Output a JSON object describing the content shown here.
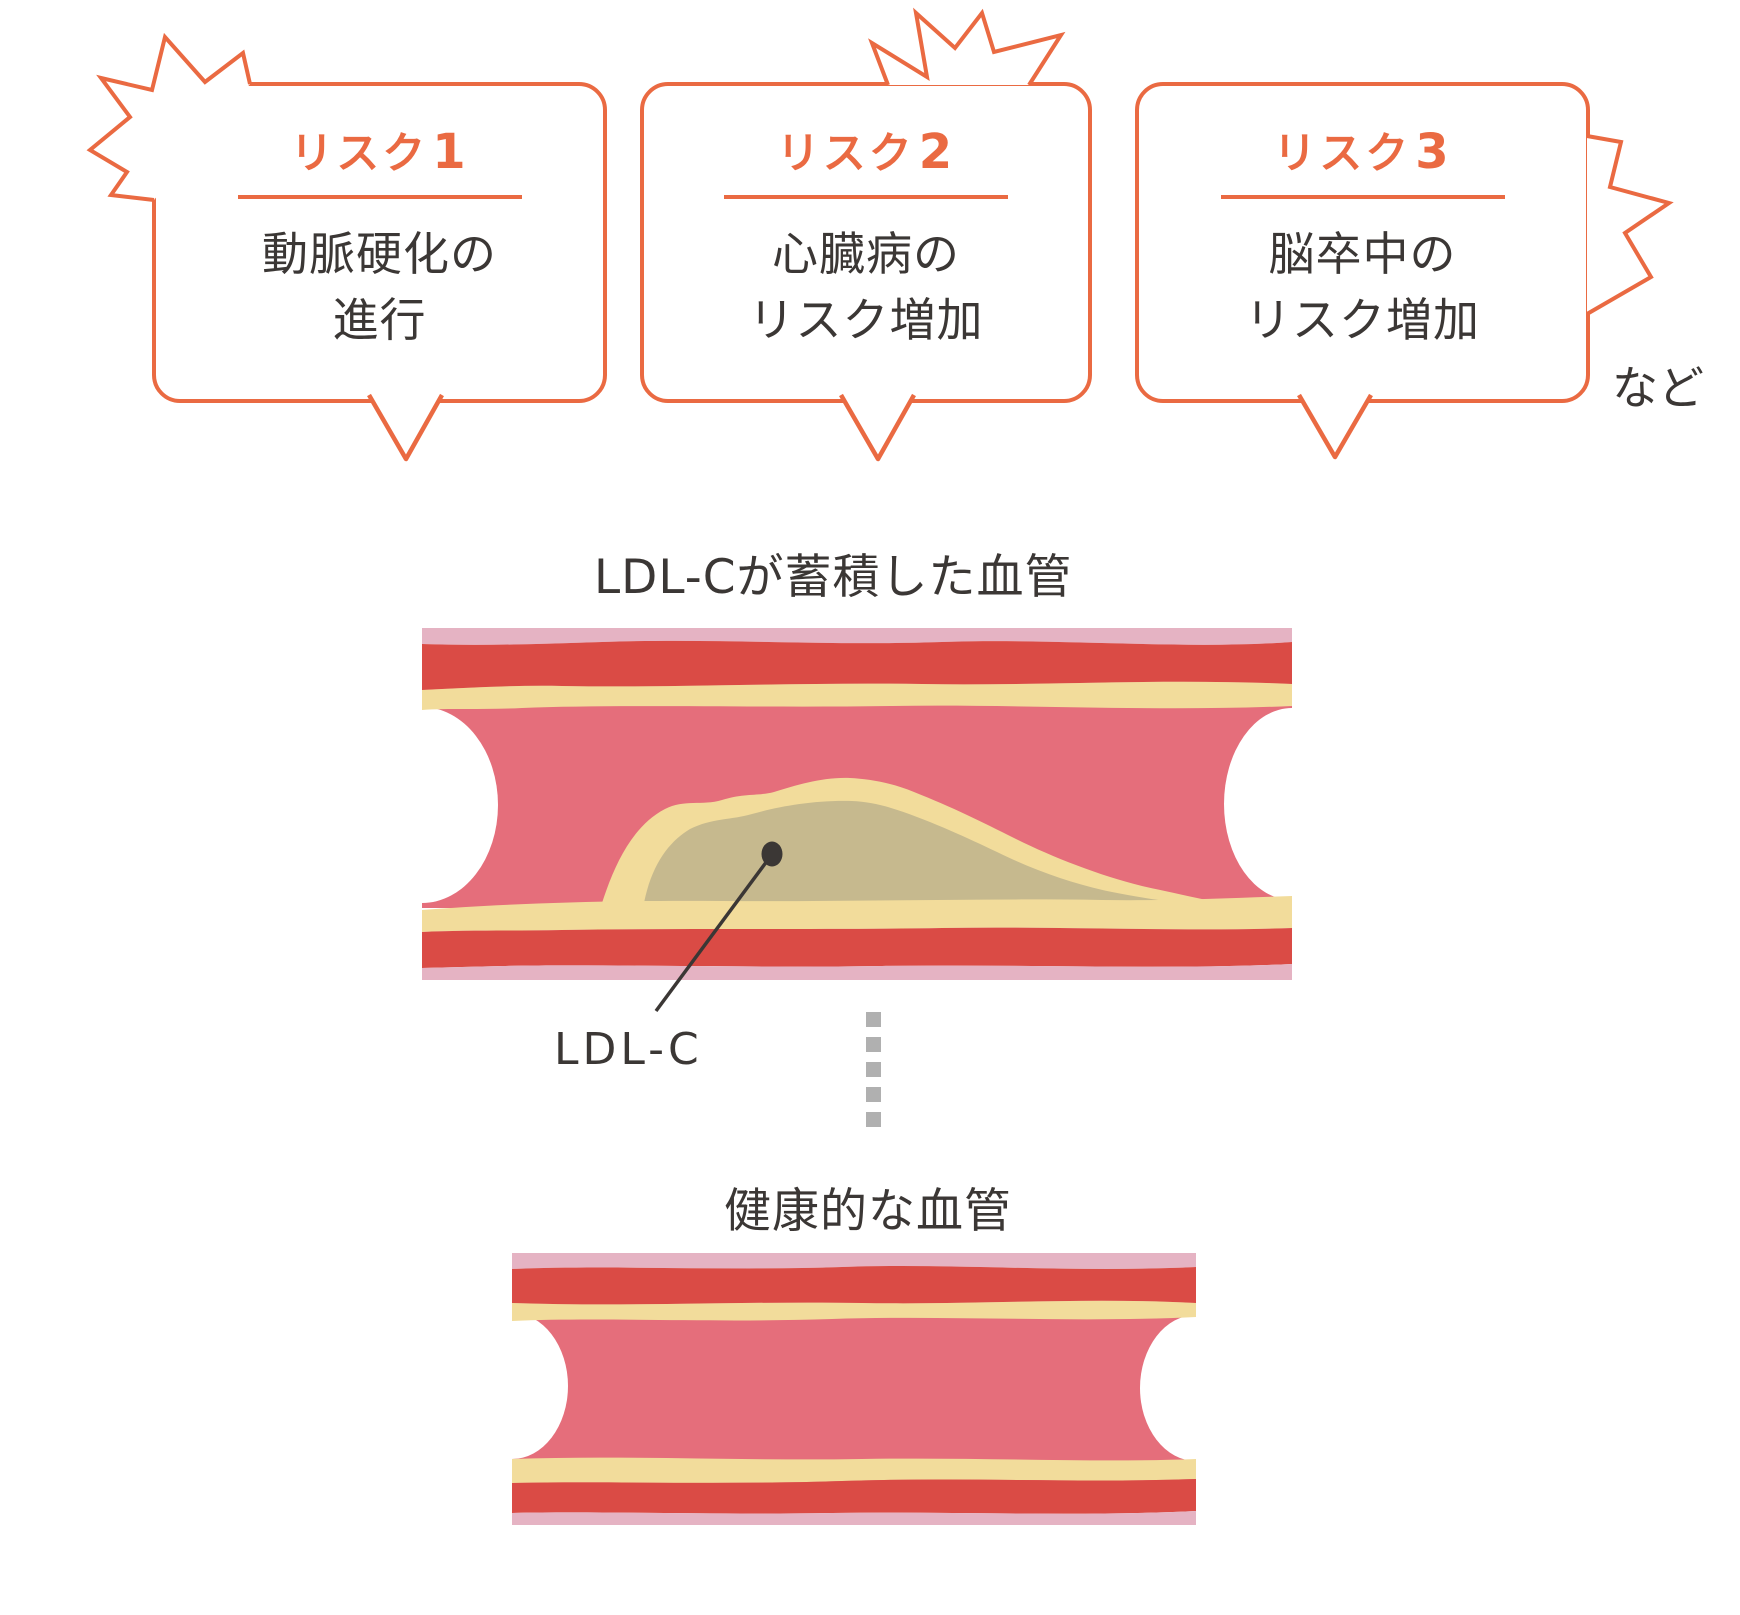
{
  "palette": {
    "accent_orange": "#EA6A42",
    "ink": "#3B3735",
    "vessel_outer_pink": "#E5B3C3",
    "vessel_red": "#DA4B45",
    "vessel_yellow": "#F2DC9B",
    "vessel_lumen_rose": "#E56E7B",
    "plaque_tan": "#C6B98E",
    "dash_gray": "#B0B0B0"
  },
  "risk_bubbles": [
    {
      "label": "リスク",
      "number": "1",
      "line1": "動脈硬化の",
      "line2": "進行"
    },
    {
      "label": "リスク",
      "number": "2",
      "line1": "心臓病の",
      "line2": "リスク増加"
    },
    {
      "label": "リスク",
      "number": "3",
      "line1": "脳卒中の",
      "line2": "リスク増加"
    }
  ],
  "etc_label": "など",
  "diseased_vessel": {
    "title": "LDL-Cが蓄積した血管",
    "annotation_label": "LDL-C"
  },
  "healthy_vessel": {
    "title": "健康的な血管"
  }
}
